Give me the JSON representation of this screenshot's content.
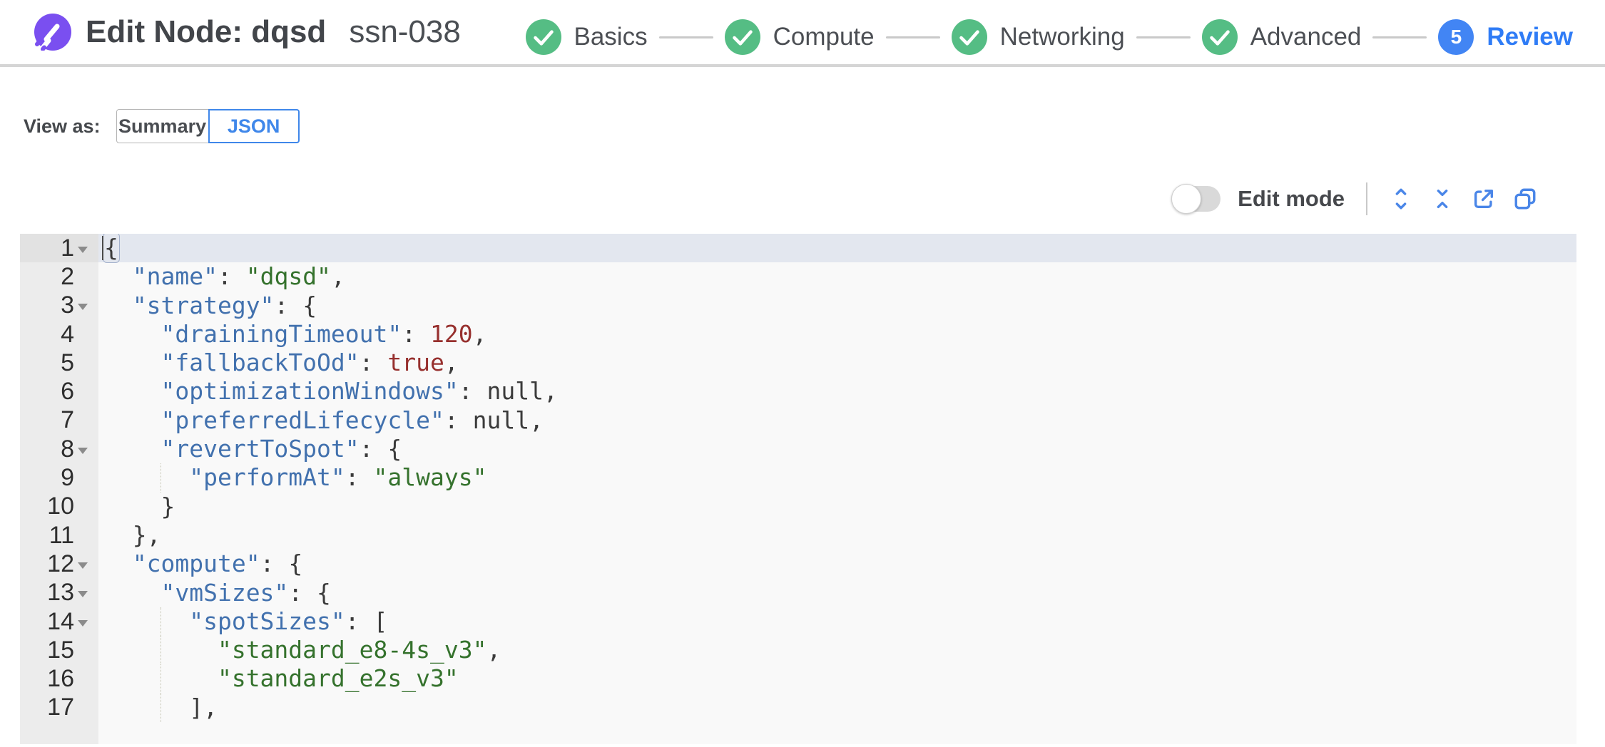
{
  "header": {
    "title": "Edit Node: dqsd",
    "subtitle": "ssn-038",
    "logo_icon": "spot-logo-icon",
    "steps": [
      {
        "label": "Basics",
        "state": "done"
      },
      {
        "label": "Compute",
        "state": "done"
      },
      {
        "label": "Networking",
        "state": "done"
      },
      {
        "label": "Advanced",
        "state": "done"
      },
      {
        "label": "Review",
        "state": "active",
        "number": "5"
      }
    ]
  },
  "view_as": {
    "label": "View as:",
    "options": [
      {
        "label": "Summary",
        "selected": false
      },
      {
        "label": "JSON",
        "selected": true
      }
    ]
  },
  "toolbar": {
    "edit_mode_label": "Edit mode",
    "edit_mode_on": false,
    "icons": [
      "unfold-icon",
      "fold-icon",
      "export-icon",
      "copy-icon"
    ]
  },
  "colors": {
    "accent_blue": "#4285f4",
    "step_green": "#55bd84",
    "icon_blue": "#4a86e8",
    "logo_purple": "#7a4ff0",
    "editor_key": "#4271ae",
    "editor_string": "#35722d",
    "editor_number": "#97302e",
    "active_line_bg": "#e3e7ef"
  },
  "editor": {
    "lines": [
      {
        "n": 1,
        "fold": true,
        "active": true,
        "cursor": true,
        "tokens": [
          [
            "m",
            "{"
          ]
        ]
      },
      {
        "n": 2,
        "tokens": [
          [
            "w",
            "  "
          ],
          [
            "k",
            "\"name\""
          ],
          [
            "p",
            ":"
          ],
          [
            "w",
            " "
          ],
          [
            "s",
            "\"dqsd\""
          ],
          [
            "p",
            ","
          ]
        ]
      },
      {
        "n": 3,
        "fold": true,
        "tokens": [
          [
            "w",
            "  "
          ],
          [
            "k",
            "\"strategy\""
          ],
          [
            "p",
            ":"
          ],
          [
            "w",
            " "
          ],
          [
            "p",
            "{"
          ]
        ]
      },
      {
        "n": 4,
        "tokens": [
          [
            "w",
            "    "
          ],
          [
            "k",
            "\"drainingTimeout\""
          ],
          [
            "p",
            ":"
          ],
          [
            "w",
            " "
          ],
          [
            "v",
            "120"
          ],
          [
            "p",
            ","
          ]
        ]
      },
      {
        "n": 5,
        "tokens": [
          [
            "w",
            "    "
          ],
          [
            "k",
            "\"fallbackToOd\""
          ],
          [
            "p",
            ":"
          ],
          [
            "w",
            " "
          ],
          [
            "v",
            "true"
          ],
          [
            "p",
            ","
          ]
        ]
      },
      {
        "n": 6,
        "tokens": [
          [
            "w",
            "    "
          ],
          [
            "k",
            "\"optimizationWindows\""
          ],
          [
            "p",
            ":"
          ],
          [
            "w",
            " "
          ],
          [
            "p",
            "null"
          ],
          [
            "p",
            ","
          ]
        ]
      },
      {
        "n": 7,
        "tokens": [
          [
            "w",
            "    "
          ],
          [
            "k",
            "\"preferredLifecycle\""
          ],
          [
            "p",
            ":"
          ],
          [
            "w",
            " "
          ],
          [
            "p",
            "null"
          ],
          [
            "p",
            ","
          ]
        ]
      },
      {
        "n": 8,
        "fold": true,
        "tokens": [
          [
            "w",
            "    "
          ],
          [
            "k",
            "\"revertToSpot\""
          ],
          [
            "p",
            ":"
          ],
          [
            "w",
            " "
          ],
          [
            "p",
            "{"
          ]
        ]
      },
      {
        "n": 9,
        "guides": [
          4
        ],
        "tokens": [
          [
            "w",
            "      "
          ],
          [
            "k",
            "\"performAt\""
          ],
          [
            "p",
            ":"
          ],
          [
            "w",
            " "
          ],
          [
            "s",
            "\"always\""
          ]
        ]
      },
      {
        "n": 10,
        "tokens": [
          [
            "w",
            "    "
          ],
          [
            "p",
            "}"
          ]
        ]
      },
      {
        "n": 11,
        "tokens": [
          [
            "w",
            "  "
          ],
          [
            "p",
            "},"
          ]
        ]
      },
      {
        "n": 12,
        "fold": true,
        "tokens": [
          [
            "w",
            "  "
          ],
          [
            "k",
            "\"compute\""
          ],
          [
            "p",
            ":"
          ],
          [
            "w",
            " "
          ],
          [
            "p",
            "{"
          ]
        ]
      },
      {
        "n": 13,
        "fold": true,
        "tokens": [
          [
            "w",
            "    "
          ],
          [
            "k",
            "\"vmSizes\""
          ],
          [
            "p",
            ":"
          ],
          [
            "w",
            " "
          ],
          [
            "p",
            "{"
          ]
        ]
      },
      {
        "n": 14,
        "fold": true,
        "guides": [
          4
        ],
        "tokens": [
          [
            "w",
            "      "
          ],
          [
            "k",
            "\"spotSizes\""
          ],
          [
            "p",
            ":"
          ],
          [
            "w",
            " "
          ],
          [
            "p",
            "["
          ]
        ]
      },
      {
        "n": 15,
        "guides": [
          4
        ],
        "tokens": [
          [
            "w",
            "        "
          ],
          [
            "s",
            "\"standard_e8-4s_v3\""
          ],
          [
            "p",
            ","
          ]
        ]
      },
      {
        "n": 16,
        "guides": [
          4
        ],
        "tokens": [
          [
            "w",
            "        "
          ],
          [
            "s",
            "\"standard_e2s_v3\""
          ]
        ]
      },
      {
        "n": 17,
        "guides": [
          4
        ],
        "tokens": [
          [
            "w",
            "      "
          ],
          [
            "p",
            "],"
          ]
        ]
      }
    ]
  }
}
